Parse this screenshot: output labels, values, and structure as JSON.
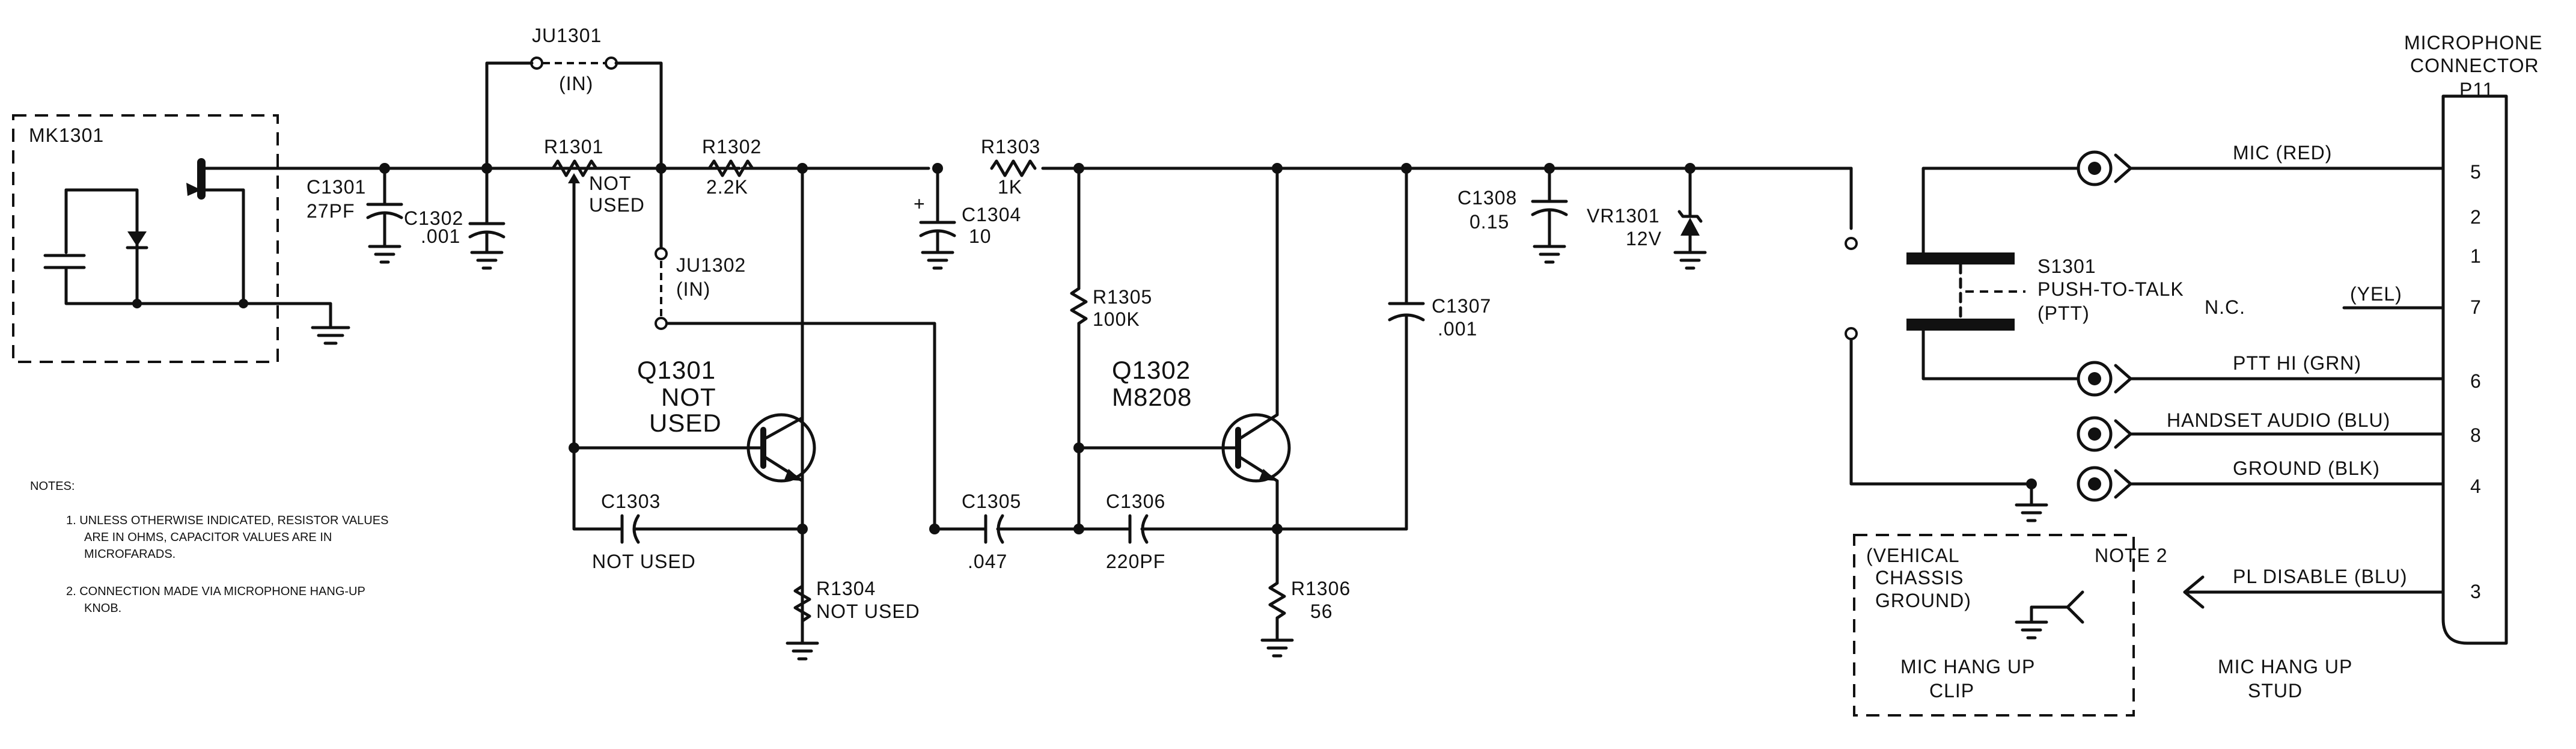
{
  "components": {
    "mk1301": "MK1301",
    "c1301": "C1301",
    "c1301_val": "27PF",
    "c1302": "C1302",
    "c1302_val": ".001",
    "ju1301": "JU1301",
    "ju1301_state": "(IN)",
    "r1301": "R1301",
    "r1301_note1": "NOT",
    "r1301_note2": "USED",
    "r1302": "R1302",
    "r1302_val": "2.2K",
    "ju1302": "JU1302",
    "ju1302_state": "(IN)",
    "q1301": "Q1301",
    "q1301_note1": "NOT",
    "q1301_note2": "USED",
    "c1303": "C1303",
    "c1303_val": "NOT USED",
    "r1304": "R1304",
    "r1304_val": "NOT USED",
    "r1303": "R1303",
    "r1303_val": "1K",
    "c1304": "C1304",
    "c1304_val": "10",
    "c1304_polarity": "+",
    "r1305": "R1305",
    "r1305_val": "100K",
    "c1305": "C1305",
    "c1305_val": ".047",
    "q1302": "Q1302",
    "q1302_val": "M8208",
    "c1306": "C1306",
    "c1306_val": "220PF",
    "r1306": "R1306",
    "r1306_val": "56",
    "c1307": "C1307",
    "c1307_val": ".001",
    "c1308": "C1308",
    "c1308_val": "0.15",
    "vr1301": "VR1301",
    "vr1301_val": "12V",
    "s1301": "S1301",
    "s1301_desc": "PUSH-TO-TALK",
    "s1301_abbr": "(PTT)"
  },
  "connector": {
    "title1": "MICROPHONE",
    "title2": "CONNECTOR",
    "ref": "P11",
    "pins": [
      "5",
      "2",
      "1",
      "7",
      "6",
      "8",
      "4",
      "3"
    ],
    "wires": {
      "mic": "MIC (RED)",
      "nc": "N.C.",
      "yel": "(YEL)",
      "ptt": "PTT HI (GRN)",
      "handset": "HANDSET AUDIO (BLU)",
      "ground": "GROUND (BLK)",
      "pl": "PL DISABLE (BLU)"
    }
  },
  "hangup": {
    "chassis1": "(VEHICAL",
    "chassis2": "CHASSIS",
    "chassis3": "GROUND)",
    "note": "NOTE 2",
    "clip1": "MIC HANG UP",
    "clip2": "CLIP",
    "stud1": "MIC HANG UP",
    "stud2": "STUD"
  },
  "notes": {
    "heading": "NOTES:",
    "n1_line1": "1.  UNLESS OTHERWISE INDICATED, RESISTOR VALUES",
    "n1_line2": "ARE IN OHMS, CAPACITOR VALUES ARE IN",
    "n1_line3": "MICROFARADS.",
    "n2_line1": "2.  CONNECTION MADE VIA MICROPHONE HANG-UP",
    "n2_line2": "KNOB."
  }
}
